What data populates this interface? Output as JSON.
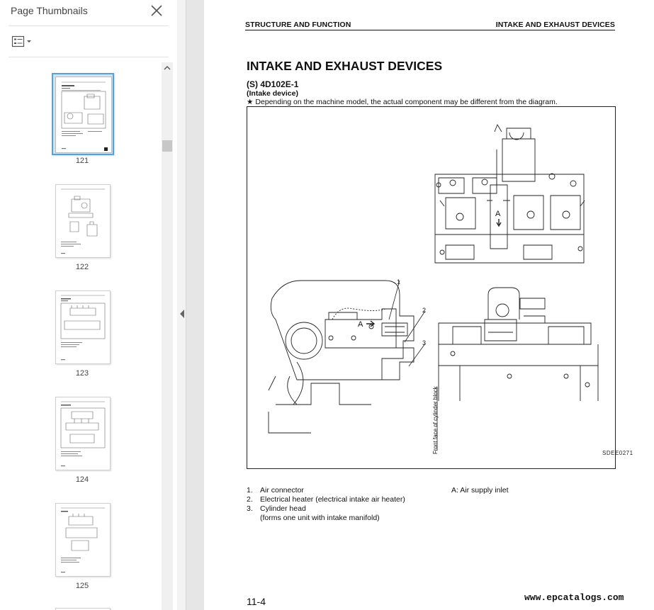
{
  "sidebar": {
    "title": "Page Thumbnails",
    "thumbnails": [
      {
        "page": "121",
        "selected": true
      },
      {
        "page": "122",
        "selected": false
      },
      {
        "page": "123",
        "selected": false
      },
      {
        "page": "124",
        "selected": false
      },
      {
        "page": "125",
        "selected": false
      }
    ]
  },
  "document": {
    "header_left": "STRUCTURE AND FUNCTION",
    "header_right": "INTAKE AND EXHAUST DEVICES",
    "title": "INTAKE AND EXHAUST DEVICES",
    "subtitle": "(S) 4D102E-1",
    "section": "(Intake device)",
    "note": "★   Depending on the machine model, the actual component may be different from the diagram.",
    "diagram": {
      "callouts": [
        "1",
        "2",
        "3"
      ],
      "arrow_label": "A",
      "side_label": "Front face of cylinder block",
      "figure_code": "SDEE0271"
    },
    "legend": [
      {
        "num": "1.",
        "text": "Air connector"
      },
      {
        "num": "2.",
        "text": "Electrical heater (electrical intake air heater)"
      },
      {
        "num": "3.",
        "text": "Cylinder head"
      }
    ],
    "legend_cont": "(forms one unit with intake manifold)",
    "legend_a": "A:   Air supply inlet",
    "page_number": "11-4",
    "watermark": "www.epcatalogs.com"
  }
}
